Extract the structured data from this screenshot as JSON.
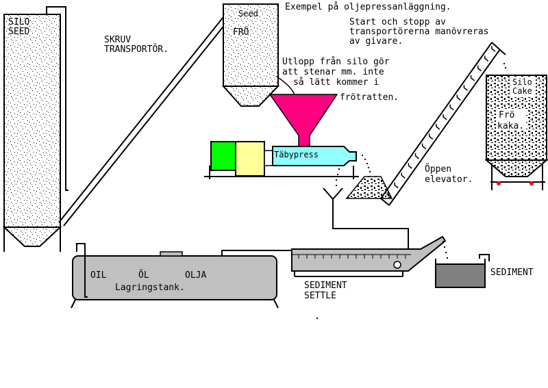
{
  "title": "Exempel på oljepressanläggning.",
  "colors": {
    "hopper": "#ff0080",
    "motor_green": "#00ff00",
    "motor_yellow": "#ffff99",
    "press_cyan": "#8fffff",
    "tank_gray": "#c0c0c0",
    "sediment_dark": "#808080",
    "wheel_red": "#ff0000"
  },
  "labels": {
    "silo_seed_1": "SILO",
    "silo_seed_2": "SEED",
    "screw_1": "SKRUV",
    "screw_2": "TRANSPORTÖR.",
    "seed_silo_en": "Seed",
    "seed_silo_sv": "FRÖ",
    "outlet_1": "Utlopp från silo gör",
    "outlet_2": "att stenar mm. inte",
    "outlet_3": "så lätt kommer i",
    "outlet_4": "frötratten.",
    "startstop_1": "Start och stopp av",
    "startstop_2": "transportörerna manövreras",
    "startstop_3": "av givare.",
    "press": "Täbypress",
    "open_elev_1": "Öppen",
    "open_elev_2": "elevator.",
    "cake_silo_1": "Silo",
    "cake_silo_2": "Cake",
    "cake_silo_3": "Frö",
    "cake_silo_4": "kaka.",
    "oil_1": "OIL",
    "oil_2": "ÖL",
    "oil_3": "OLJA",
    "storage_tank": "Lagringstank.",
    "settle_1": "SEDIMENT",
    "settle_2": "SETTLE",
    "sediment": "SEDIMENT"
  }
}
